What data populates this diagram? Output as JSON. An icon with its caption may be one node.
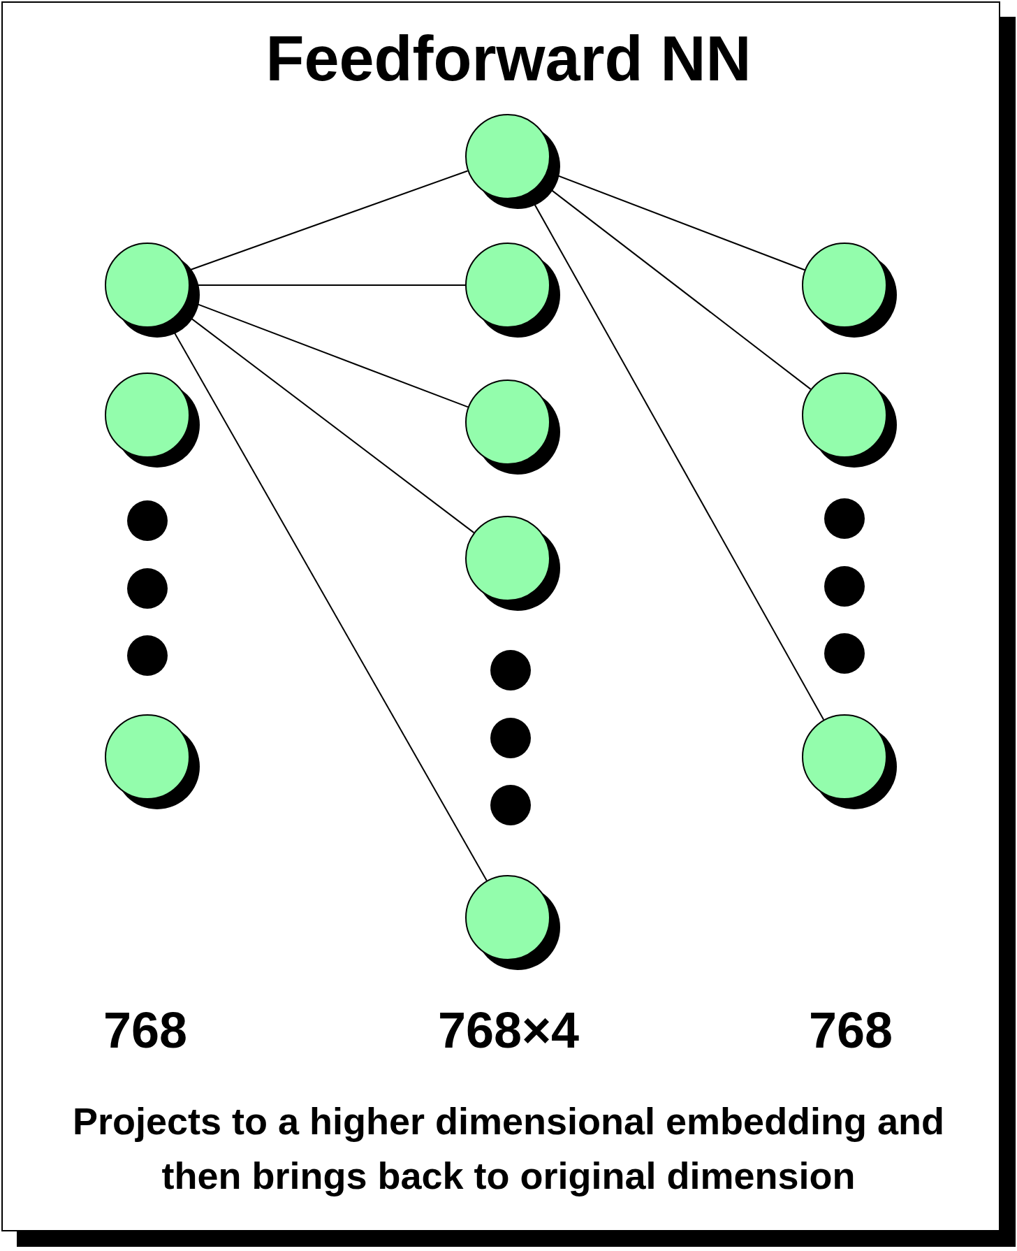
{
  "diagram": {
    "title": "Feedforward NN",
    "nodes": [
      {
        "text": [],
        "shape": "circle"
      },
      {
        "text": [],
        "shape": "circle"
      },
      {
        "text": [],
        "shape": "circle"
      },
      {
        "text": [],
        "shape": "circle"
      },
      {
        "text": [],
        "shape": "circle"
      },
      {
        "text": [],
        "shape": "circle"
      },
      {
        "text": [],
        "shape": "circle"
      },
      {
        "text": [],
        "shape": "circle"
      },
      {
        "text": [],
        "shape": "circle"
      },
      {
        "text": [],
        "shape": "circle"
      },
      {
        "text": [],
        "shape": "circle"
      }
    ],
    "edges": [
      {
        "from": 1,
        "to": 0,
        "arrow": "none"
      },
      {
        "from": 1,
        "to": 4,
        "arrow": "none"
      },
      {
        "from": 1,
        "to": 5,
        "arrow": "none"
      },
      {
        "from": 1,
        "to": 6,
        "arrow": "none"
      },
      {
        "from": 1,
        "to": 7,
        "arrow": "none"
      },
      {
        "from": 0,
        "to": 8,
        "arrow": "none"
      },
      {
        "from": 0,
        "to": 9,
        "arrow": "none"
      },
      {
        "from": 0,
        "to": 10,
        "arrow": "none"
      }
    ],
    "labels": [
      "768",
      "768×4",
      "768"
    ],
    "caption": "Projects to a higher dimensional embedding and then brings back to original dimension"
  }
}
